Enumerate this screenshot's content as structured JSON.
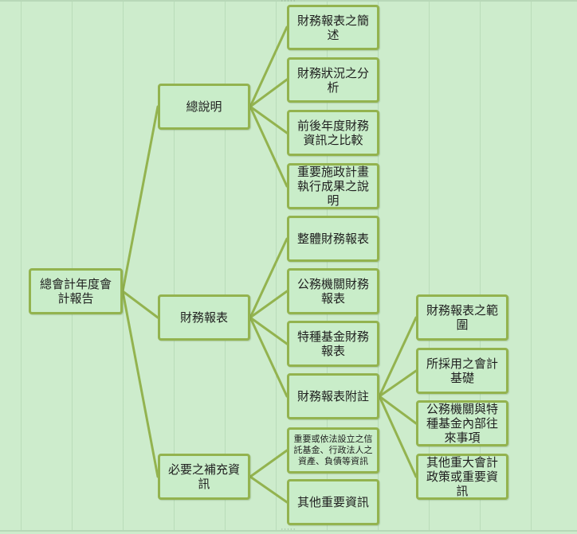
{
  "diagram": {
    "root": "總會計年度會計報告",
    "branches": [
      {
        "label": "總說明",
        "children": [
          "財務報表之簡述",
          "財務狀況之分析",
          "前後年度財務資訊之比較",
          "重要施政計畫執行成果之說明"
        ]
      },
      {
        "label": "財務報表",
        "children": [
          "整體財務報表",
          "公務機關財務報表",
          "特種基金財務報表",
          "財務報表附註"
        ],
        "notes": {
          "parent": "財務報表附註",
          "children": [
            "財務報表之範圍",
            "所採用之會計基礎",
            "公務機關與特種基金內部往來事項",
            "其他重大會計政策或重要資訊"
          ]
        }
      },
      {
        "label": "必要之補充資訊",
        "children": [
          "重要或依法設立之信託基金、行政法人之資產、負債等資訊",
          "其他重要資訊"
        ]
      }
    ]
  },
  "colors": {
    "background": "#cdeccc",
    "node_border": "#93b34f",
    "connector": "#93b34f",
    "node_fill": "#c9edc9"
  }
}
